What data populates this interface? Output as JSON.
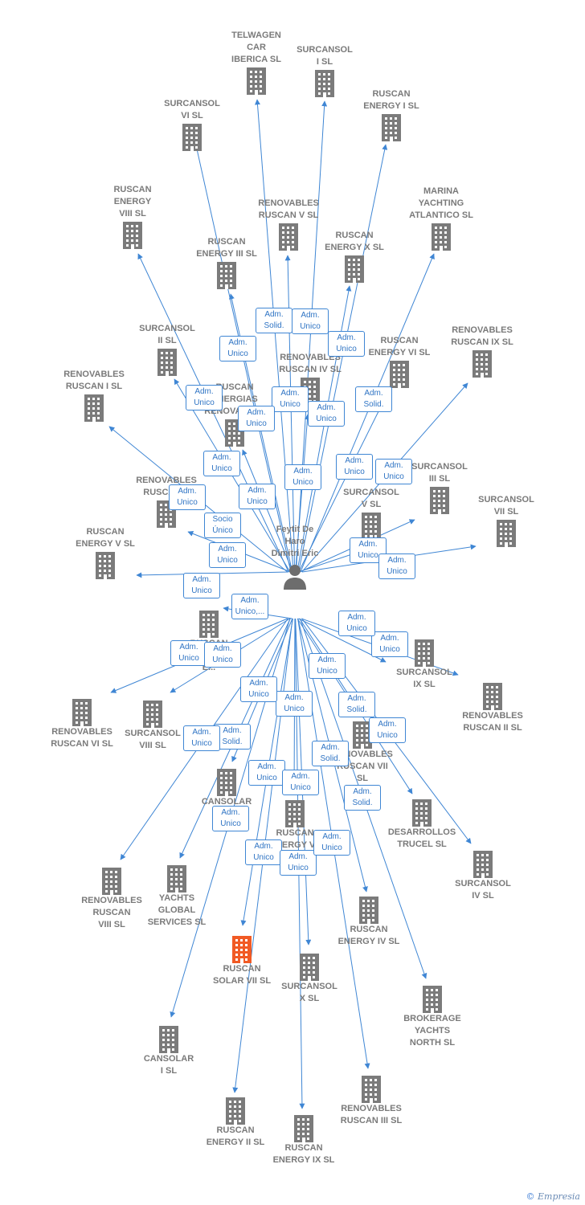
{
  "center": {
    "name": "Feytit De\nHaro\nDimitri Eric",
    "icon": "person-icon"
  },
  "nodes": [
    {
      "id": "telwagen",
      "name": "TELWAGEN\nCAR\nIBERICA  SL",
      "icon": "building-icon"
    },
    {
      "id": "surcansol-i",
      "name": "SURCANSOL\nI  SL",
      "icon": "building-icon"
    },
    {
      "id": "ruscan-energy-i",
      "name": "RUSCAN\nENERGY I  SL",
      "icon": "building-icon"
    },
    {
      "id": "surcansol-vi",
      "name": "SURCANSOL\nVI  SL",
      "icon": "building-icon"
    },
    {
      "id": "ruscan-energy-viii",
      "name": "RUSCAN\nENERGY\nVIII  SL",
      "icon": "building-icon"
    },
    {
      "id": "renovables-ruscan-v",
      "name": "RENOVABLES\nRUSCAN V  SL",
      "icon": "building-icon"
    },
    {
      "id": "marina-yachting",
      "name": "MARINA\nYACHTING\nATLANTICO  SL",
      "icon": "building-icon"
    },
    {
      "id": "ruscan-energy-iii",
      "name": "RUSCAN\nENERGY III  SL",
      "icon": "building-icon"
    },
    {
      "id": "ruscan-energy-x",
      "name": "RUSCAN\nENERGY X  SL",
      "icon": "building-icon"
    },
    {
      "id": "surcansol-ii",
      "name": "SURCANSOL\nII  SL",
      "icon": "building-icon"
    },
    {
      "id": "renovables-ruscan-iv",
      "name": "RENOVABLES\nRUSCAN IV  SL",
      "icon": "building-icon"
    },
    {
      "id": "ruscan-energy-vi",
      "name": "RUSCAN\nENERGY VI  SL",
      "icon": "building-icon"
    },
    {
      "id": "renovables-ruscan-ix",
      "name": "RENOVABLES\nRUSCAN IX  SL",
      "icon": "building-icon"
    },
    {
      "id": "renovables-ruscan-i",
      "name": "RENOVABLES\nRUSCAN I  SL",
      "icon": "building-icon"
    },
    {
      "id": "ruscan-energias",
      "name": "RUSCAN\nENERGIAS\nRENOVABLES",
      "icon": "building-icon"
    },
    {
      "id": "renovables-ruscan-x",
      "name": "RENOVABLES\nRUSCAN X",
      "icon": "building-icon"
    },
    {
      "id": "surcansol-iii",
      "name": "SURCANSOL\nIII  SL",
      "icon": "building-icon"
    },
    {
      "id": "surcansol-v",
      "name": "SURCANSOL\nV  SL",
      "icon": "building-icon"
    },
    {
      "id": "surcansol-vii",
      "name": "SURCANSOL\nVII  SL",
      "icon": "building-icon"
    },
    {
      "id": "ruscan-energy-v",
      "name": "RUSCAN\nENERGY V  SL",
      "icon": "building-icon"
    },
    {
      "id": "ruscan-energy-s",
      "name": "RUSCAN\nENERGY S\nE...",
      "icon": "building-icon"
    },
    {
      "id": "surcansol-ix",
      "name": "SURCANSOL\nIX  SL",
      "icon": "building-icon"
    },
    {
      "id": "renovables-ruscan-ii",
      "name": "RENOVABLES\nRUSCAN II  SL",
      "icon": "building-icon"
    },
    {
      "id": "renovables-ruscan-vi",
      "name": "RENOVABLES\nRUSCAN VI  SL",
      "icon": "building-icon"
    },
    {
      "id": "surcansol-viii",
      "name": "SURCANSOL\nVIII  SL",
      "icon": "building-icon"
    },
    {
      "id": "renovables-ruscan-vii",
      "name": "RENOVABLES\nRUSCAN VII\nSL",
      "icon": "building-icon"
    },
    {
      "id": "cansolar",
      "name": "CANSOLAR",
      "icon": "building-icon"
    },
    {
      "id": "ruscan-energy-vii",
      "name": "RUSCAN\nENERGY VII",
      "icon": "building-icon"
    },
    {
      "id": "desarrollos-trucel",
      "name": "DESARROLLOS\nTRUCEL  SL",
      "icon": "building-icon"
    },
    {
      "id": "surcansol-iv",
      "name": "SURCANSOL\nIV  SL",
      "icon": "building-icon"
    },
    {
      "id": "renovables-ruscan-viii",
      "name": "RENOVABLES\nRUSCAN\nVIII  SL",
      "icon": "building-icon"
    },
    {
      "id": "yachts-global",
      "name": "YACHTS\nGLOBAL\nSERVICES  SL",
      "icon": "building-icon"
    },
    {
      "id": "ruscan-energy-iv",
      "name": "RUSCAN\nENERGY IV  SL",
      "icon": "building-icon"
    },
    {
      "id": "ruscan-solar-vii",
      "name": "RUSCAN\nSOLAR VII  SL",
      "icon": "building-icon",
      "highlight": true
    },
    {
      "id": "surcansol-x",
      "name": "SURCANSOL\nX  SL",
      "icon": "building-icon"
    },
    {
      "id": "brokerage-yachts",
      "name": "BROKERAGE\nYACHTS\nNORTH  SL",
      "icon": "building-icon"
    },
    {
      "id": "cansolar-i",
      "name": "CANSOLAR\nI  SL",
      "icon": "building-icon"
    },
    {
      "id": "renovables-ruscan-iii",
      "name": "RENOVABLES\nRUSCAN III  SL",
      "icon": "building-icon"
    },
    {
      "id": "ruscan-energy-ii",
      "name": "RUSCAN\nENERGY II  SL",
      "icon": "building-icon"
    },
    {
      "id": "ruscan-energy-ix",
      "name": "RUSCAN\nENERGY IX  SL",
      "icon": "building-icon"
    }
  ],
  "relations": [
    {
      "to": "telwagen",
      "label": "Adm.\nSolid."
    },
    {
      "to": "surcansol-i",
      "label": "Adm.\nUnico"
    },
    {
      "to": "ruscan-energy-i",
      "label": "Adm.\nUnico"
    },
    {
      "to": "surcansol-vi",
      "label": "Adm.\nUnico"
    },
    {
      "to": "ruscan-energy-viii",
      "label": "Adm.\nUnico"
    },
    {
      "to": "renovables-ruscan-v",
      "label": "Adm.\nUnico"
    },
    {
      "to": "marina-yachting",
      "label": "Adm.\nSolid."
    },
    {
      "to": "ruscan-energy-iii",
      "label": "Adm.\nUnico"
    },
    {
      "to": "ruscan-energy-x",
      "label": "Adm.\nUnico"
    },
    {
      "to": "surcansol-ii",
      "label": "Adm.\nUnico"
    },
    {
      "to": "renovables-ruscan-iv",
      "label": "Adm.\nUnico"
    },
    {
      "to": "renovables-ruscan-ix",
      "label": "Adm.\nUnico"
    },
    {
      "to": "renovables-ruscan-i",
      "label": "Adm.\nUnico"
    },
    {
      "to": "ruscan-energias",
      "label": "Adm.\nUnico"
    },
    {
      "to": "renovables-ruscan-x",
      "label": "Socio\nÚnico"
    },
    {
      "to": "surcansol-iii",
      "label": "Adm.\nUnico"
    },
    {
      "to": "surcansol-v",
      "label": "Adm.\nUnico"
    },
    {
      "to": "surcansol-vii",
      "label": "Adm.\nUnico"
    },
    {
      "to": "ruscan-energy-v",
      "label": "Adm.\nUnico"
    },
    {
      "to": "ruscan-energy-s",
      "label": "Adm.\nUnico,..."
    },
    {
      "to": "surcansol-ix",
      "label": "Adm.\nUnico"
    },
    {
      "to": "renovables-ruscan-ii",
      "label": "Adm.\nUnico"
    },
    {
      "to": "renovables-ruscan-vi",
      "label": "Adm.\nUnico"
    },
    {
      "to": "surcansol-viii",
      "label": "Adm.\nUnico"
    },
    {
      "to": "renovables-ruscan-vii",
      "label": "Adm.\nSolid."
    },
    {
      "to": "cansolar",
      "label": "Adm.\nSolid."
    },
    {
      "to": "ruscan-energy-vii",
      "label": "Adm.\nUnico"
    },
    {
      "to": "desarrollos-trucel",
      "label": "Adm.\nSolid."
    },
    {
      "to": "surcansol-iv",
      "label": "Adm.\nUnico"
    },
    {
      "to": "renovables-ruscan-viii",
      "label": "Adm.\nUnico"
    },
    {
      "to": "yachts-global",
      "label": "Adm.\nUnico"
    },
    {
      "to": "ruscan-energy-iv",
      "label": "Adm.\nUnico"
    },
    {
      "to": "ruscan-solar-vii",
      "label": "Adm.\nUnico"
    },
    {
      "to": "surcansol-x",
      "label": "Adm.\nUnico"
    },
    {
      "to": "brokerage-yachts",
      "label": "Adm.\nSolid."
    },
    {
      "to": "cansolar-i",
      "label": "Adm.\nUnico"
    },
    {
      "to": "renovables-ruscan-iii",
      "label": "Adm.\nUnico"
    },
    {
      "to": "ruscan-energy-ii",
      "label": "Adm.\nUnico"
    },
    {
      "to": "ruscan-energy-ix",
      "label": "Adm.\nUnico"
    },
    {
      "to": "ruscan-energy-vi",
      "label": "Adm.\nUnico"
    }
  ],
  "colors": {
    "edge": "#3f86d4",
    "building": "#7b7b7b",
    "highlight": "#f15a24",
    "label": "#7a7a7a"
  },
  "brand": {
    "copyright": "©",
    "name": "Empresia"
  }
}
